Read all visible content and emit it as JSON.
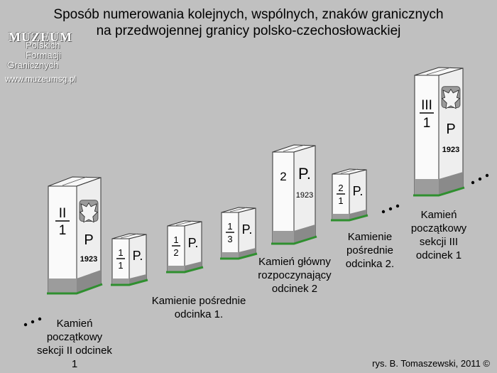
{
  "title": {
    "line1": "Sposób numerowania kolejnych, wspólnych, znaków granicznych",
    "line2": "na przedwojennej granicy polsko-czechosłowackiej"
  },
  "logo": {
    "muzeum": "MUZEUM",
    "line1": "Polskich",
    "line2": "Formacji",
    "line3": "Granicznych",
    "url": "www.muzeumsg.pl"
  },
  "labels": {
    "kamien_sekcji_II": "Kamień początkowy sekcji II odcinek 1",
    "kamienie_odc1": "Kamienie pośrednie odcinka 1.",
    "kamien_glowny": "Kamień główny rozpoczynający odcinek 2",
    "kamienie_odc2": "Kamienie pośrednie odcinka 2.",
    "kamien_sekcji_III": "Kamień początkowy sekcji III odcinek 1"
  },
  "stones": [
    {
      "kind": "section",
      "fraction_num": "II",
      "fraction_den": "1",
      "letter": "P",
      "year": "1923"
    },
    {
      "kind": "small",
      "fraction_num": "1",
      "fraction_den": "1",
      "letter": "P."
    },
    {
      "kind": "small",
      "fraction_num": "1",
      "fraction_den": "2",
      "letter": "P."
    },
    {
      "kind": "small",
      "fraction_num": "1",
      "fraction_den": "3",
      "letter": "P."
    },
    {
      "kind": "main",
      "number": "2",
      "letter": "P.",
      "year": "1923"
    },
    {
      "kind": "small",
      "fraction_num": "2",
      "fraction_den": "1",
      "letter": "P."
    },
    {
      "kind": "section",
      "fraction_num": "III",
      "fraction_den": "1",
      "letter": "P",
      "year": "1923"
    }
  ],
  "credit": "rys. B. Tomaszewski, 2011 ©"
}
